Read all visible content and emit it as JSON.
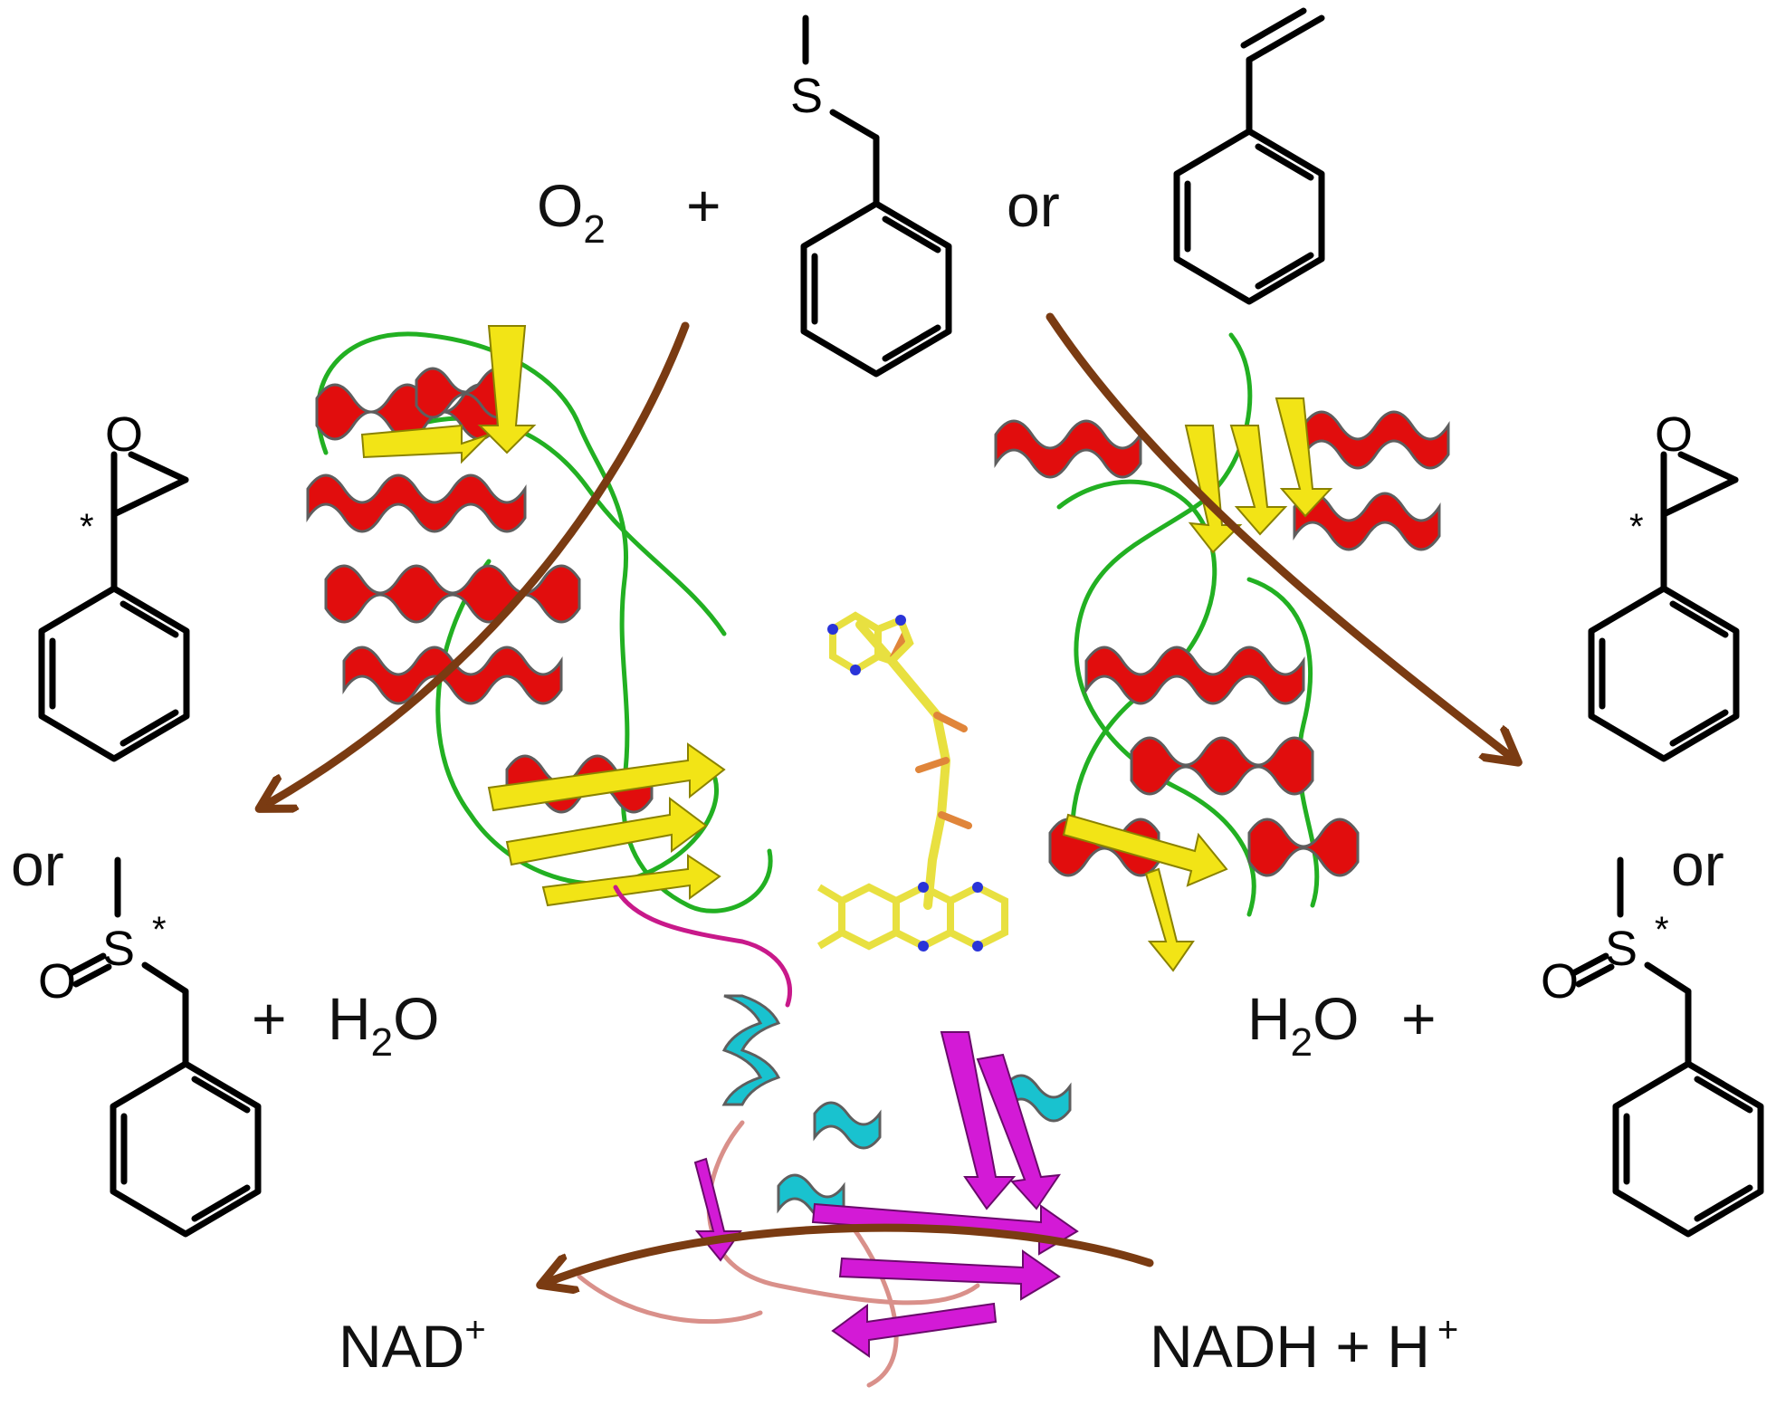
{
  "colors": {
    "arrow": "#7a3b12",
    "helix": "#e10d0d",
    "helix_dark": "#5e5e5e",
    "strand_yellow": "#f2e416",
    "loop_green": "#22b022",
    "linker_magenta": "#c8198a",
    "strand_magenta": "#d31ad6",
    "helix_cyan": "#19c2cf",
    "loop_salmon": "#d9908a",
    "fad_yellow": "#e8e040",
    "fad_blue": "#2a34d8",
    "fad_orange": "#e0853a",
    "text": "#111111"
  },
  "labels": {
    "o2_main": "O",
    "o2_sub": "2",
    "plus_top": "+",
    "or_top": "or",
    "or_left": "or",
    "or_right": "or",
    "plus_left": "+",
    "h2o_left_h": "H",
    "h2o_left_sub": "2",
    "h2o_left_o": "O",
    "h2o_right_h": "H",
    "h2o_right_sub": "2",
    "h2o_right_o": "O",
    "plus_right": "+",
    "nad_main": "NAD",
    "nad_sup": "+",
    "nadh_main": "NADH + H",
    "nadh_sup": "+"
  },
  "atoms": {
    "sulfur": "S",
    "oxygen": "O",
    "chiral_mark": "*"
  },
  "structures": {
    "substrate_sulfide": "thioanisole-like sulfide",
    "substrate_alkene": "styrene",
    "product_epoxide": "styrene oxide",
    "product_sulfoxide": "sulfoxide"
  }
}
